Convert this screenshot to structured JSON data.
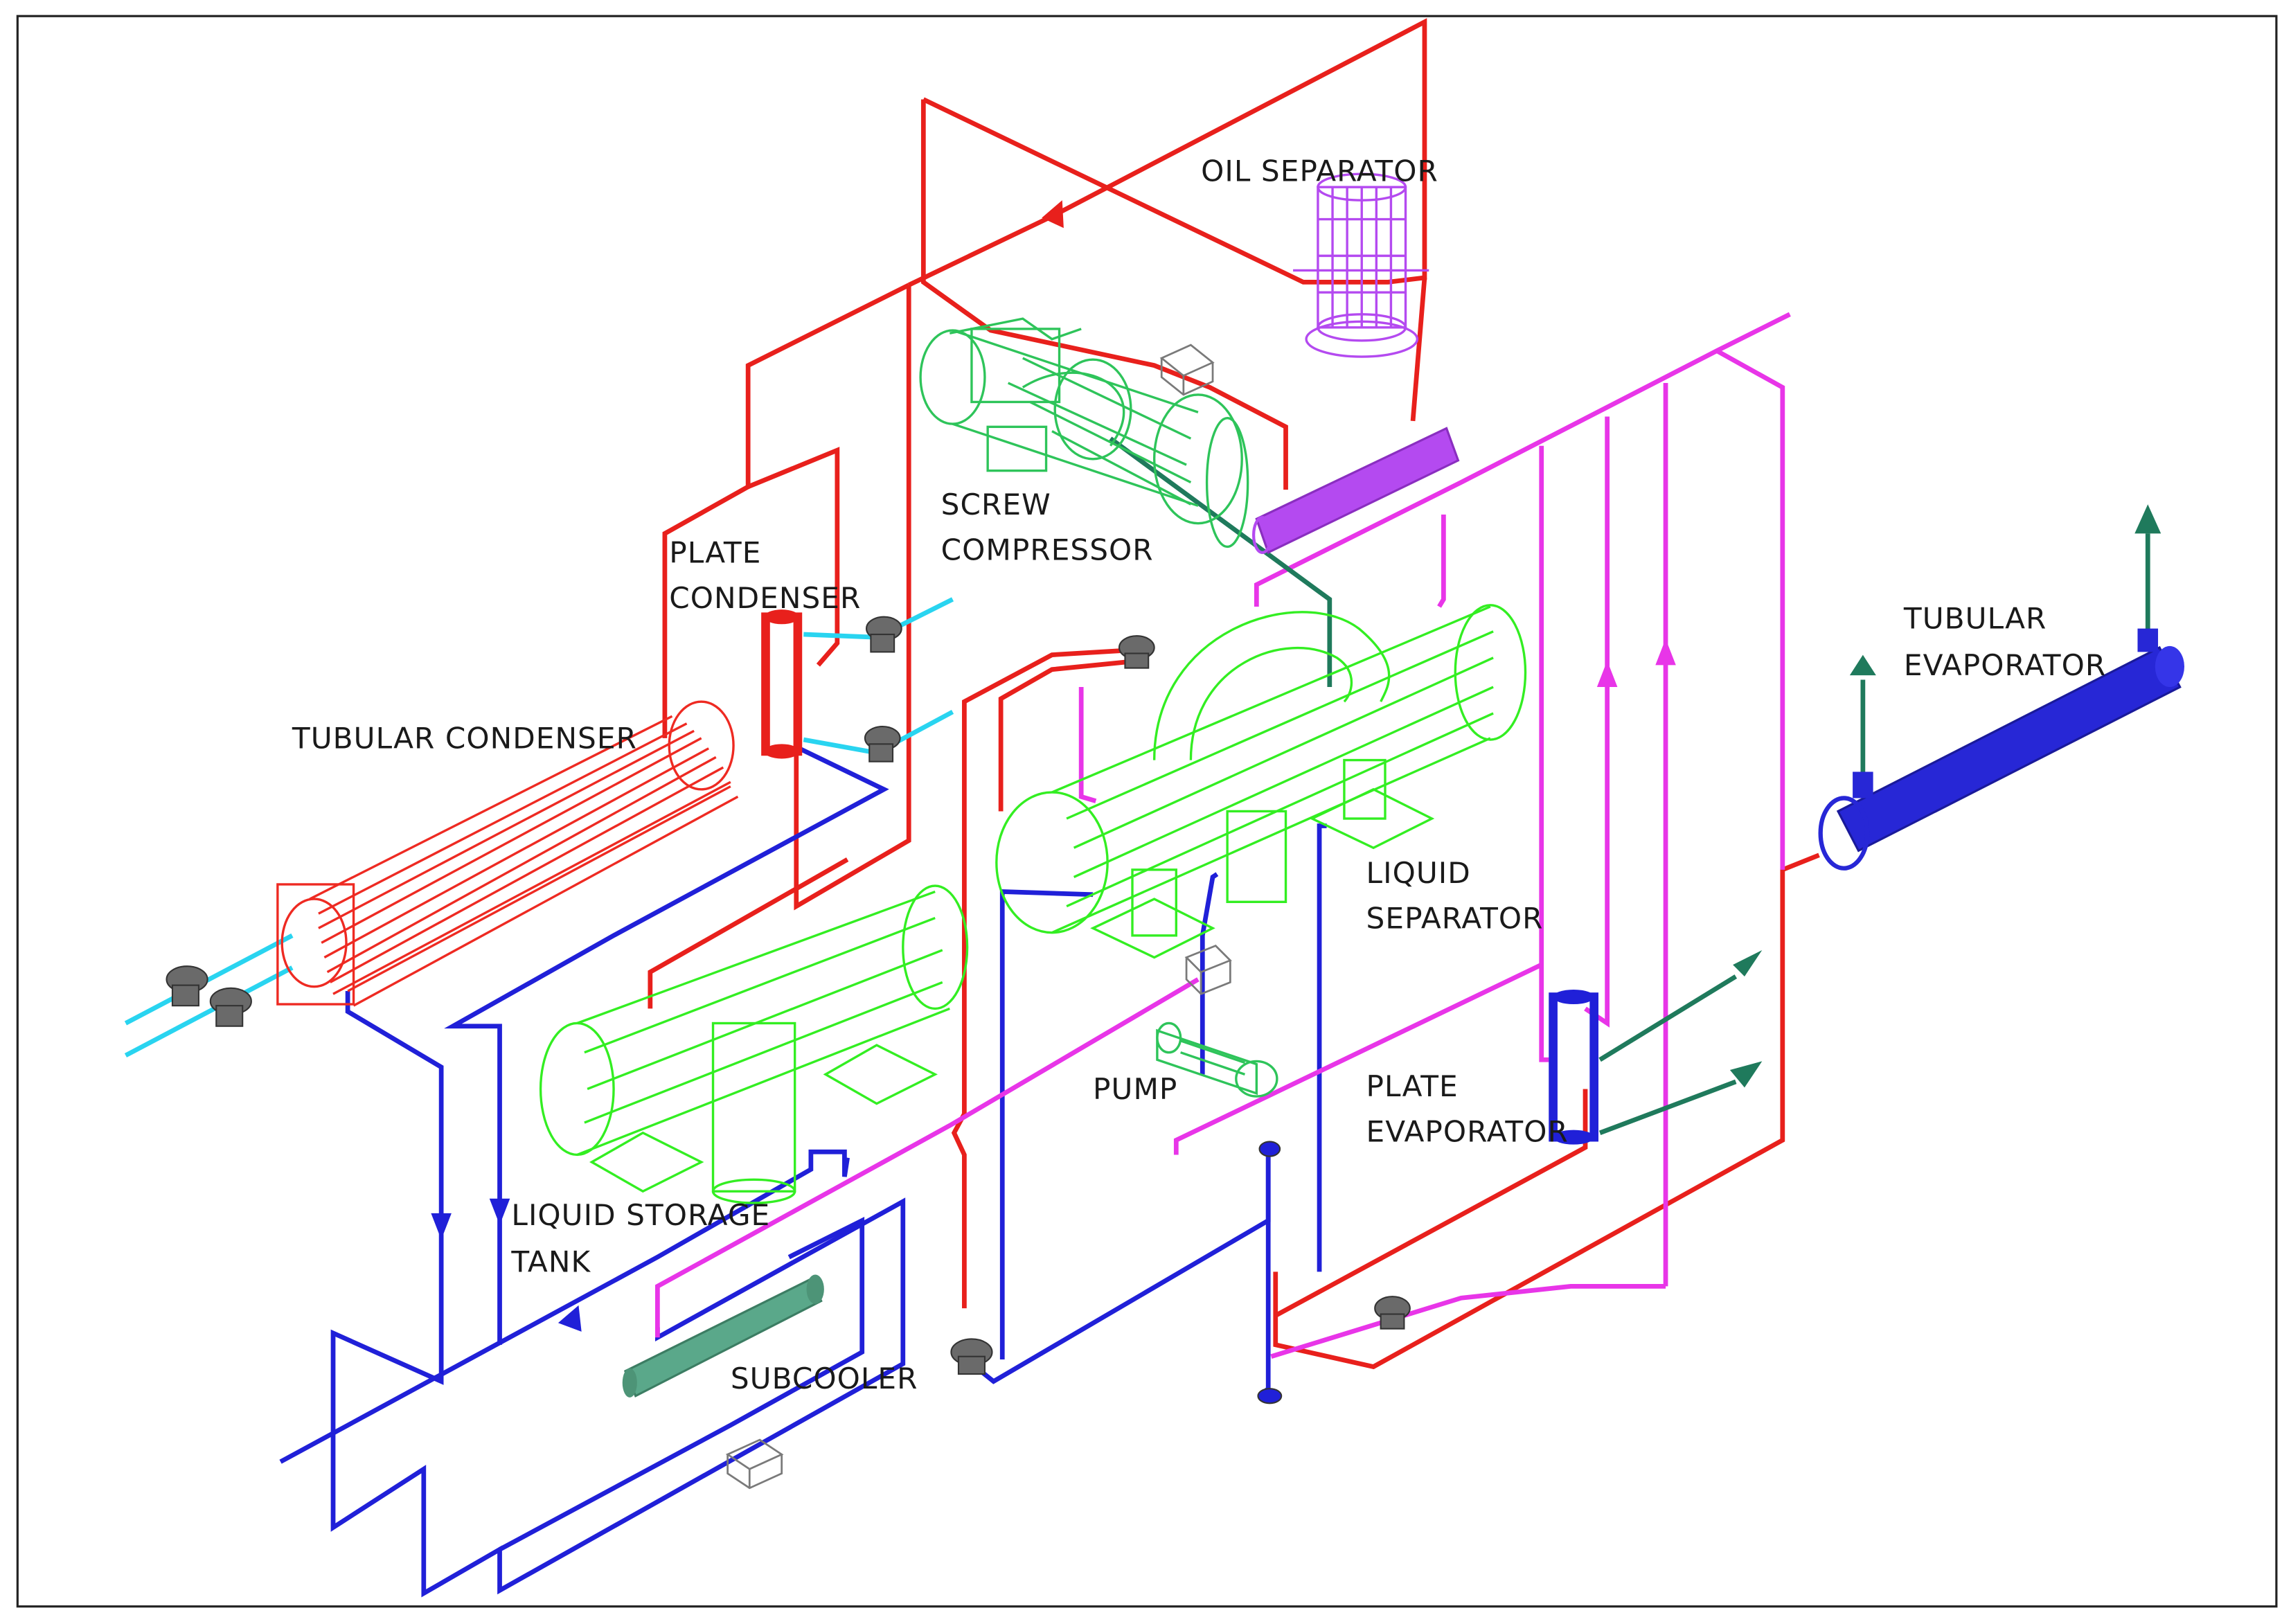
{
  "colors": {
    "high_pressure_pipe": "#e8201c",
    "low_pressure_pipe": "#2020d8",
    "cooling_water_pipe": "#29d4f0",
    "secondary_fluid_pipe": "#e835e8",
    "chilled_fluid_pipe": "#1f7a5c",
    "tubular_condenser": "#ee2a22",
    "liquid_separator": "#33ee22",
    "liquid_storage_tank": "#33ee22",
    "screw_compressor": "#2ec45a",
    "oil_separator": "#b44af0",
    "subcooler": "#5aa88a",
    "tubular_evaporator": "#2727d6",
    "pump": "#2ec45a",
    "valve": "#555555"
  },
  "labels": {
    "oil_separator": "OIL SEPARATOR",
    "screw_compressor_l1": "SCREW",
    "screw_compressor_l2": "COMPRESSOR",
    "plate_condenser_l1": "PLATE",
    "plate_condenser_l2": "CONDENSER",
    "tubular_condenser": "TUBULAR CONDENSER",
    "tubular_evaporator_l1": "TUBULAR",
    "tubular_evaporator_l2": "EVAPORATOR",
    "liquid_separator_l1": "LIQUID",
    "liquid_separator_l2": "SEPARATOR",
    "pump": "PUMP",
    "plate_evaporator_l1": "PLATE",
    "plate_evaporator_l2": "EVAPORATOR",
    "liquid_storage_tank_l1": "LIQUID STORAGE",
    "liquid_storage_tank_l2": "TANK",
    "subcooler": "SUBCOOLER"
  }
}
